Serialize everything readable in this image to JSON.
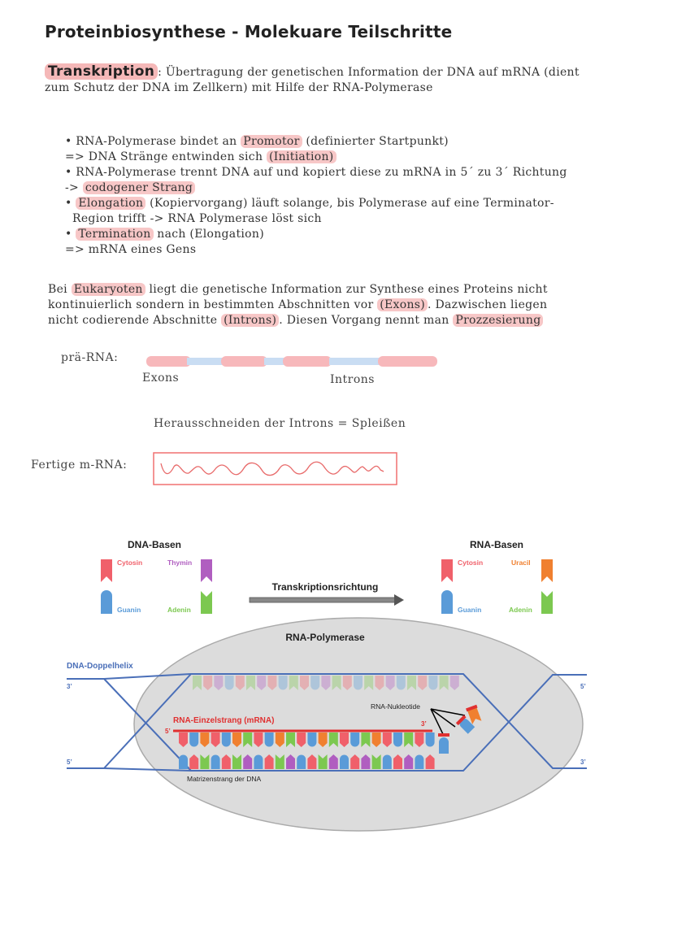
{
  "title": "Proteinbiosynthese - Molekuare Teilschritte",
  "transcription": {
    "label": "Transkription",
    "text_line1": ": Übertragung der genetischen Information der DNA auf mRNA (dient",
    "text_line2": "zum Schutz der DNA im Zellkern) mit Hilfe der  RNA-Polymerase"
  },
  "steps": {
    "l1_pre": "• RNA-Polymerase bindet an ",
    "l1_hl": "Promotor",
    "l1_post": " (definierter Startpunkt)",
    "l2_pre": "=> DNA Stränge entwinden sich ",
    "l2_hl": "(Initiation)",
    "l3": "• RNA-Polymerase trennt DNA auf und kopiert diese zu mRNA in 5´ zu 3´ Richtung",
    "l4_pre": "-> ",
    "l4_hl": "codogener Strang",
    "l5_pre": "• ",
    "l5_hl": "Elongation",
    "l5_post": " (Kopiervorgang) läuft solange, bis Polymerase auf eine Terminator-",
    "l6": "  Region trifft -> RNA Polymerase löst sich",
    "l7_pre": "• ",
    "l7_hl": "Termination",
    "l7_post": " nach (Elongation)",
    "l8": "=> mRNA eines Gens"
  },
  "eukaryotes": {
    "l1_pre": "Bei ",
    "l1_hl": "Eukaryoten",
    "l1_post": " liegt die genetische Information zur Synthese eines Proteins nicht",
    "l2_pre": "kontinuierlich sondern in bestimmten Abschnitten vor ",
    "l2_hl": "(Exons)",
    "l2_post": ". Dazwischen liegen",
    "l3_pre": "nicht codierende Abschnitte ",
    "l3_hl": "(Introns)",
    "l3_mid": ". Diesen Vorgang nennt man ",
    "l3_hl2": "Prozzesierung"
  },
  "pre_rna": {
    "label": "prä-RNA:",
    "exons_label": "Exons",
    "introns_label": "Introns"
  },
  "splicing": "Herausschneiden der Introns = Spleißen",
  "final_mrna": "Fertige m-RNA:",
  "figure": {
    "dna_bases_title": "DNA-Basen",
    "rna_bases_title": "RNA-Basen",
    "cytosin": "Cytosin",
    "thymin": "Thymin",
    "guanin": "Guanin",
    "adenin": "Adenin",
    "uracil": "Uracil",
    "direction": "Transkriptionsrichtung",
    "polymerase": "RNA-Polymerase",
    "double_helix": "DNA-Doppelhelix",
    "single_strand": "RNA-Einzelstrang (mRNA)",
    "nucleotides": "RNA-Nukleotide",
    "template": "Matrizenstrang der DNA",
    "three_prime": "3’",
    "five_prime": "5’",
    "colors": {
      "cytosin": "#f0606a",
      "thymin": "#b05ec0",
      "guanin": "#5a9bd8",
      "adenin": "#7cc850",
      "uracil": "#f08030",
      "strand": "#4a6fb8",
      "mrna": "#e03030"
    }
  }
}
